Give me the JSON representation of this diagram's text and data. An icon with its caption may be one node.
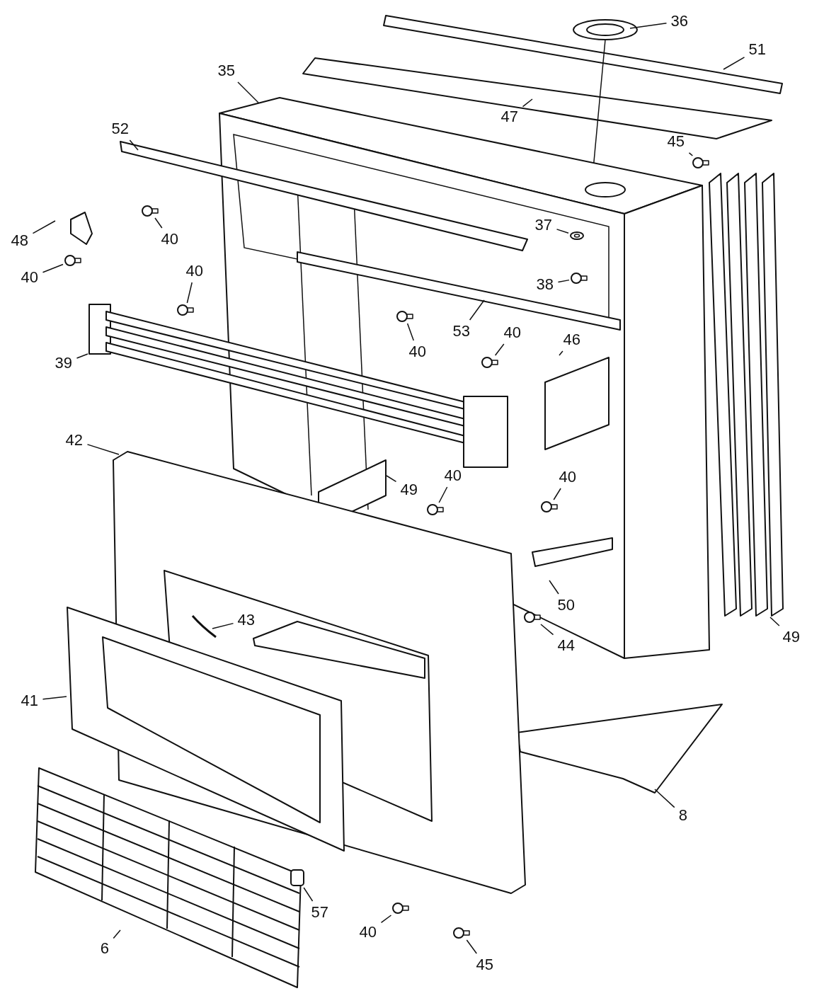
{
  "diagram": {
    "nodes": [
      {
        "text": [
          "36"
        ]
      },
      {
        "text": [
          "51"
        ]
      },
      {
        "text": [
          "35"
        ]
      },
      {
        "text": [
          "47"
        ]
      },
      {
        "text": [
          "52"
        ]
      },
      {
        "text": [
          "45"
        ]
      },
      {
        "text": [
          "48"
        ]
      },
      {
        "text": [
          "40"
        ]
      },
      {
        "text": [
          "37"
        ]
      },
      {
        "text": [
          "40"
        ]
      },
      {
        "text": [
          "38"
        ]
      },
      {
        "text": [
          "40"
        ]
      },
      {
        "text": [
          "53"
        ]
      },
      {
        "text": [
          "40"
        ]
      },
      {
        "text": [
          "39"
        ]
      },
      {
        "text": [
          "40"
        ]
      },
      {
        "text": [
          "46"
        ]
      },
      {
        "text": [
          "42"
        ]
      },
      {
        "text": [
          "49"
        ]
      },
      {
        "text": [
          "40"
        ]
      },
      {
        "text": [
          "40"
        ]
      },
      {
        "text": [
          "50"
        ]
      },
      {
        "text": [
          "43"
        ]
      },
      {
        "text": [
          "44"
        ]
      },
      {
        "text": [
          "49"
        ]
      },
      {
        "text": [
          "41"
        ]
      },
      {
        "text": [
          "8"
        ]
      },
      {
        "text": [
          "57"
        ]
      },
      {
        "text": [
          "40"
        ]
      },
      {
        "text": [
          "6"
        ]
      },
      {
        "text": [
          "45"
        ]
      },
      {
        "text": [],
        "shape": "screw"
      },
      {
        "text": [],
        "shape": "screw"
      },
      {
        "text": [],
        "shape": "washer"
      },
      {
        "text": [],
        "shape": "screw"
      },
      {
        "text": [],
        "shape": "screw"
      },
      {
        "text": [],
        "shape": "screw"
      },
      {
        "text": [],
        "shape": "screw"
      },
      {
        "text": [],
        "shape": "screw"
      },
      {
        "text": [],
        "shape": "screw"
      },
      {
        "text": [],
        "shape": "screw"
      },
      {
        "text": [],
        "shape": "screw"
      },
      {
        "text": [],
        "shape": "screw"
      },
      {
        "text": [],
        "shape": "screw"
      },
      {
        "text": [],
        "shape": "cylinder"
      }
    ],
    "edges": [
      {
        "from": 0,
        "to": null,
        "arrow": "none"
      },
      {
        "from": 1,
        "to": null,
        "arrow": "none"
      },
      {
        "from": 2,
        "to": null,
        "arrow": "none"
      },
      {
        "from": 3,
        "to": null,
        "arrow": "none"
      },
      {
        "from": 4,
        "to": null,
        "arrow": "none"
      },
      {
        "from": 5,
        "to": 31,
        "arrow": "none"
      },
      {
        "from": 6,
        "to": null,
        "arrow": "none"
      },
      {
        "from": 7,
        "to": 32,
        "arrow": "none"
      },
      {
        "from": 8,
        "to": 33,
        "arrow": "none"
      },
      {
        "from": 9,
        "to": 34,
        "arrow": "none"
      },
      {
        "from": 10,
        "to": 35,
        "arrow": "none"
      },
      {
        "from": 11,
        "to": 36,
        "arrow": "none"
      },
      {
        "from": 12,
        "to": null,
        "arrow": "none"
      },
      {
        "from": 13,
        "to": 37,
        "arrow": "none"
      },
      {
        "from": 14,
        "to": null,
        "arrow": "none"
      },
      {
        "from": 15,
        "to": 38,
        "arrow": "none"
      },
      {
        "from": 16,
        "to": null,
        "arrow": "none"
      },
      {
        "from": 17,
        "to": null,
        "arrow": "none"
      },
      {
        "from": 18,
        "to": null,
        "arrow": "none"
      },
      {
        "from": 19,
        "to": 39,
        "arrow": "none"
      },
      {
        "from": 20,
        "to": 40,
        "arrow": "none"
      },
      {
        "from": 21,
        "to": null,
        "arrow": "none"
      },
      {
        "from": 22,
        "to": null,
        "arrow": "none"
      },
      {
        "from": 23,
        "to": 41,
        "arrow": "none"
      },
      {
        "from": 24,
        "to": null,
        "arrow": "none"
      },
      {
        "from": 25,
        "to": null,
        "arrow": "none"
      },
      {
        "from": 26,
        "to": null,
        "arrow": "none"
      },
      {
        "from": 27,
        "to": 44,
        "arrow": "none"
      },
      {
        "from": 28,
        "to": 42,
        "arrow": "none"
      },
      {
        "from": 29,
        "to": null,
        "arrow": "none"
      },
      {
        "from": 30,
        "to": 43,
        "arrow": "none"
      }
    ]
  }
}
